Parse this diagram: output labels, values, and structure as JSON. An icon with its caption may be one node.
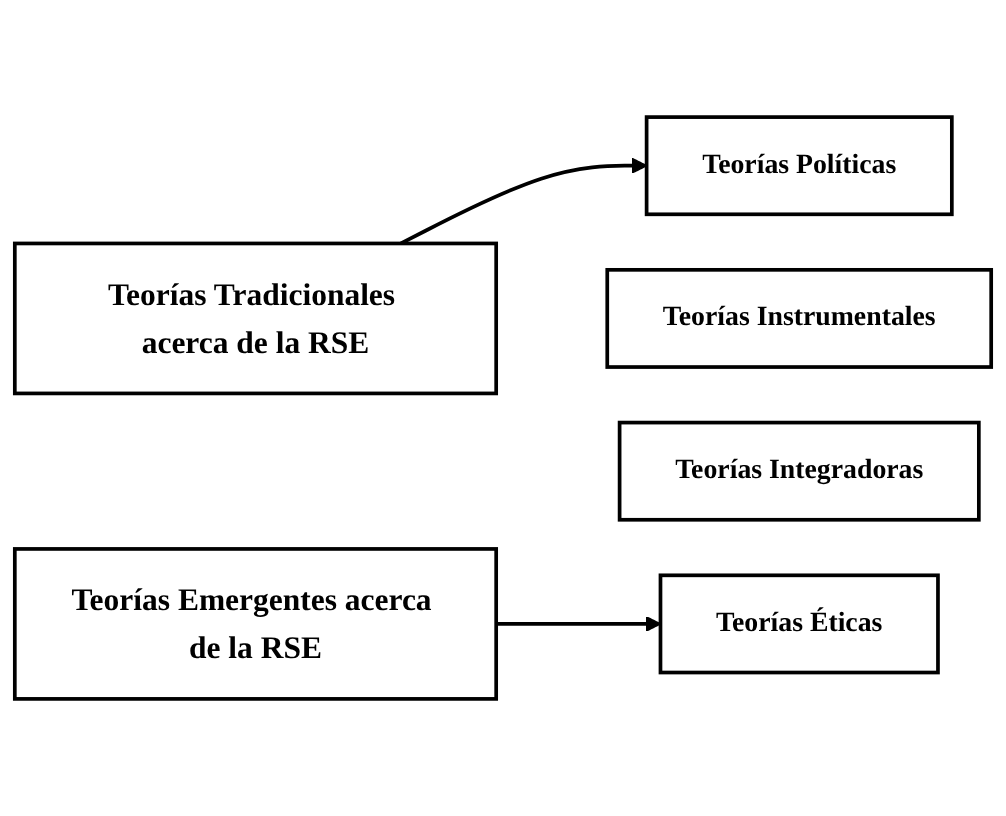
{
  "diagram": {
    "nodes": [
      {
        "text": [
          "Teorías Tradicionales acerca de la RSE"
        ]
      },
      {
        "text": [
          "Teorías Instrumentales"
        ]
      },
      {
        "text": [
          "Teorías Políticas"
        ]
      },
      {
        "text": [
          "Teorías Integradoras"
        ]
      },
      {
        "text": [
          "Teorías Emergentes acerca de la RSE"
        ]
      },
      {
        "text": [
          "Teorías Éticas"
        ]
      }
    ],
    "edges": [
      {
        "from": 0,
        "to": 2,
        "arrow": "to"
      },
      {
        "from": 4,
        "to": 5,
        "arrow": "to"
      }
    ]
  }
}
